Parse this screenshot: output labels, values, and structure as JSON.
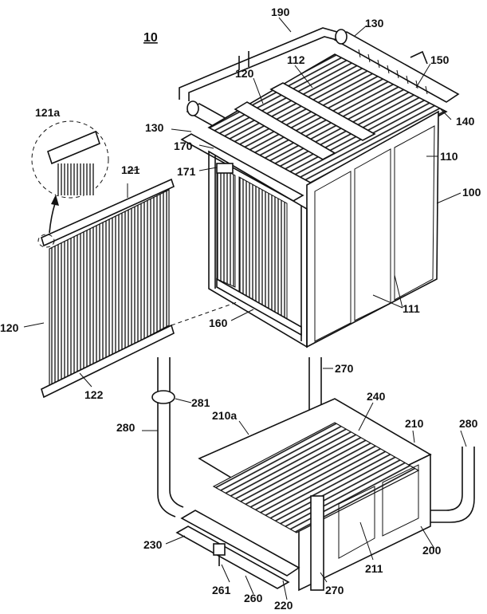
{
  "figure": {
    "number": "10",
    "labels": {
      "l190": "190",
      "l130a": "130",
      "l112": "112",
      "l150": "150",
      "l120a": "120",
      "l130b": "130",
      "l140": "140",
      "l170": "170",
      "l110": "110",
      "l171": "171",
      "l100": "100",
      "l121a": "121a",
      "l121": "121",
      "l120b": "120",
      "l160": "160",
      "l111": "111",
      "l122": "122",
      "l270a": "270",
      "l281": "281",
      "l240": "240",
      "l210": "210",
      "l280a": "280",
      "l210a": "210a",
      "l280b": "280",
      "l230": "230",
      "l211": "211",
      "l200": "200",
      "l261": "261",
      "l260": "260",
      "l220": "220",
      "l270b": "270"
    }
  }
}
